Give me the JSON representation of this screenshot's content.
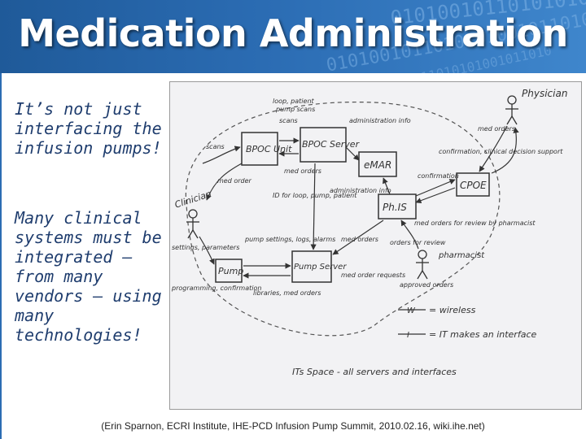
{
  "slide": {
    "title": "Medication Administration",
    "left_text_1": "It’s not just interfacing the infusion pumps!",
    "left_text_2": "Many clinical systems must be integrated – from many vendors – using many technologies!",
    "caption": "(Erin Sparnon, ECRI Institute, IHE-PCD Infusion Pump Summit, 2010.02.16, wiki.ihe.net)",
    "binary_decoration": "0101001011010101001011010"
  },
  "diagram": {
    "nodes": {
      "bpoc_unit": "BPOC Unit",
      "bpoc_server": "BPOC Server",
      "emar": "eMAR",
      "cpoe": "CPOE",
      "phis": "Ph.IS",
      "pump": "Pump",
      "pump_server": "Pump Server"
    },
    "actors": {
      "physician": "Physician",
      "clinician": "Clinician",
      "pharmacist": "pharmacist"
    },
    "labels": {
      "scans_left": "scans",
      "med_order_left": "med order",
      "loop_patient": "loop, patient",
      "pump_scans": "pump scans",
      "scans_top": "scans",
      "admin_info_1": "administration info",
      "med_orders_bpoc": "med orders",
      "med_orders_phys": "med orders",
      "confirmation_phys": "confirmation, clinical decision support",
      "id_for_pump": "ID for loop, pump, patient",
      "admin_info_2": "administration info",
      "confirmation_cpoe": "confirmation",
      "med_orders_review": "med orders for review by pharmacist",
      "orders_for_review": "orders for review",
      "settings": "settings, parameters",
      "pump_settings": "pump settings, logs, alarms",
      "med_orders_pump": "med orders",
      "programming": "programming, confirmation",
      "libraries": "libraries, med orders",
      "med_order_requests": "med order requests",
      "approved_orders": "approved orders",
      "legend_wireless": "= wireless",
      "legend_interface": "= IT makes an interface",
      "its_space": "ITs Space - all servers and interfaces"
    },
    "colors": {
      "ink": "#333333",
      "paper": "#f2f2f4"
    }
  }
}
